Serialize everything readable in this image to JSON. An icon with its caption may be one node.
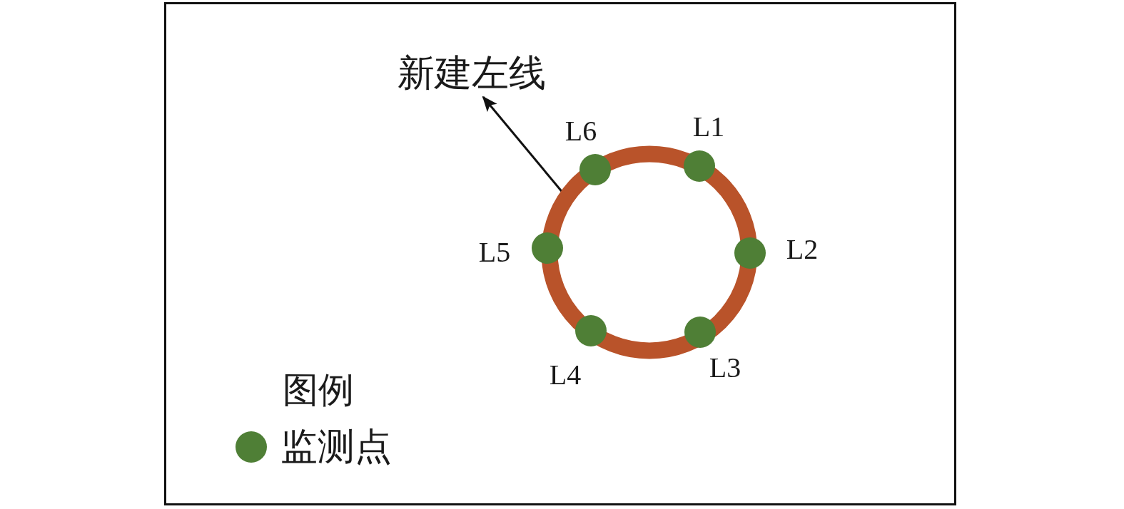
{
  "diagram": {
    "nodes": [
      {
        "text": [
          "新建左线"
        ]
      },
      {
        "text": [],
        "shape": "circle"
      }
    ],
    "edges": [
      {
        "from": 1,
        "to": 0,
        "arrow": "to"
      }
    ],
    "labels": [
      "L6",
      "L1",
      "L5",
      "L2",
      "L4",
      "L3",
      "图例"
    ],
    "legend": [
      {
        "text": "监测点",
        "color": "#4f7f36"
      }
    ]
  }
}
